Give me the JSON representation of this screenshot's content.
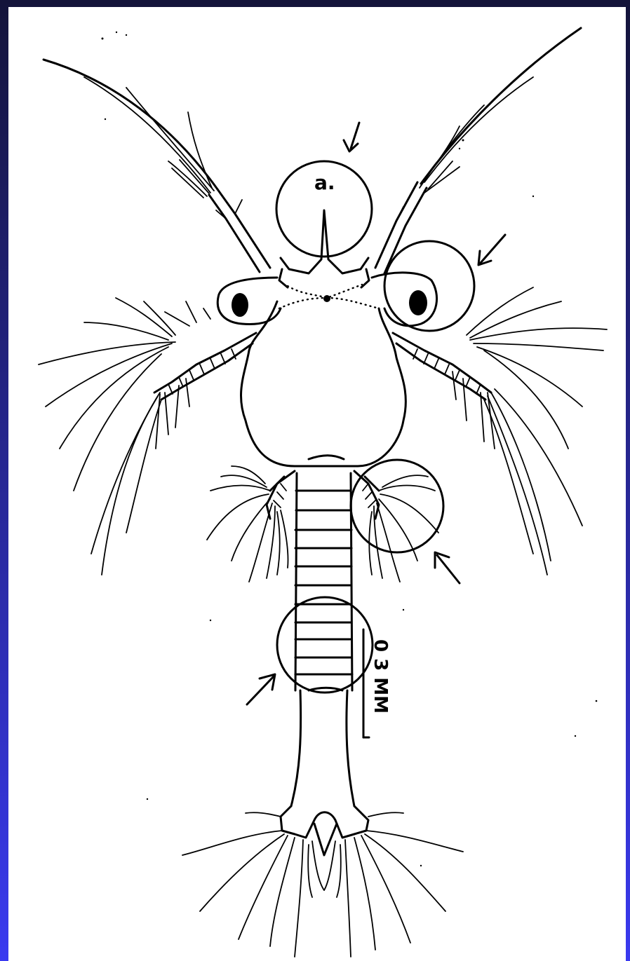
{
  "figure": {
    "circle_label": "a.",
    "scale_bar_label": "0 3 MM",
    "background_gradient": [
      "#14143a",
      "#3a3af0"
    ],
    "panel_color": "#ffffff",
    "ink_color": "#000000",
    "highlight_count": 4,
    "arrow_count": 4
  }
}
